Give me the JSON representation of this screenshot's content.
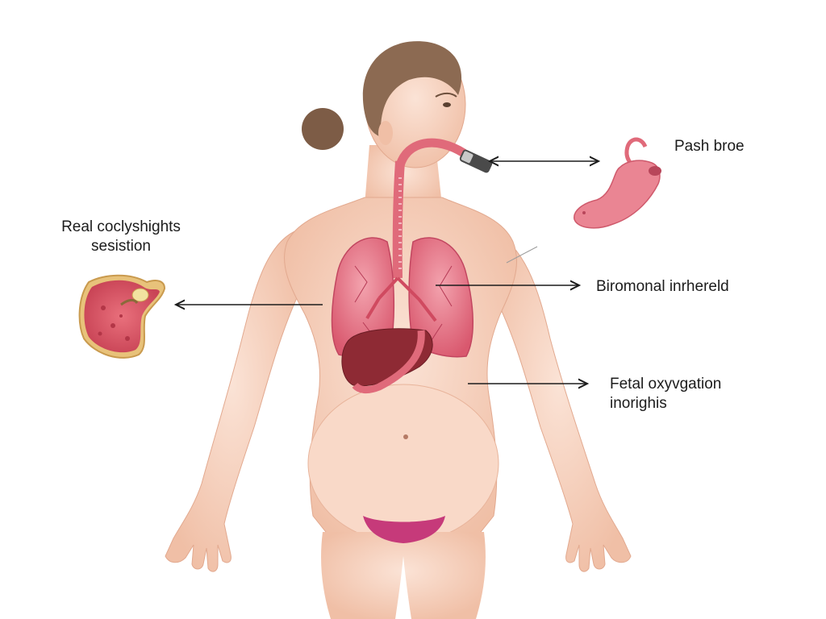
{
  "labels": {
    "real": {
      "line1": "Real coclyshights",
      "line2": "sesistion"
    },
    "pash": {
      "line1": "Pash broe"
    },
    "bronchial": {
      "line1": "Biromonal inrhereld"
    },
    "fetal": {
      "line1": "Fetal oxyvgation",
      "line2": "inorighis"
    }
  },
  "colors": {
    "skin": "#f6d2bf",
    "hair": "#8c6a52",
    "lung": "#e8798a",
    "liver": "#8e2a34",
    "tissue": "#e2586a",
    "arrow": "#1c1c1c"
  },
  "icons": {
    "airway_tube": "breathing-tube-icon",
    "stomach_organ": "stomach-organ-icon",
    "tissue_sample": "tissue-cross-section-icon"
  }
}
